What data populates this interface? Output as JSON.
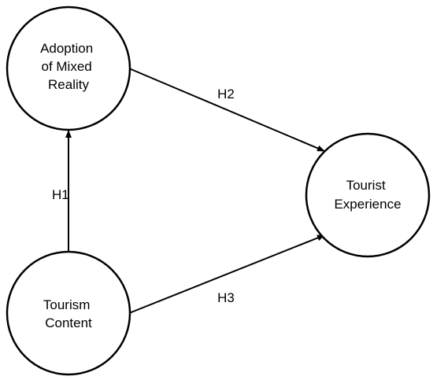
{
  "nodes": {
    "adoption": {
      "lines": [
        "Adoption",
        "of Mixed",
        "Reality"
      ]
    },
    "tourist": {
      "lines": [
        "Tourist",
        "Experience"
      ]
    },
    "content": {
      "lines": [
        "Tourism",
        "Content"
      ]
    }
  },
  "edges": {
    "h1": {
      "label": "H1",
      "from": "Tourism Content",
      "to": "Adoption of Mixed Reality"
    },
    "h2": {
      "label": "H2",
      "from": "Adoption of Mixed Reality",
      "to": "Tourist Experience"
    },
    "h3": {
      "label": "H3",
      "from": "Tourism Content",
      "to": "Tourist Experience"
    }
  },
  "colors": {
    "stroke": "#000000",
    "background": "#ffffff"
  }
}
